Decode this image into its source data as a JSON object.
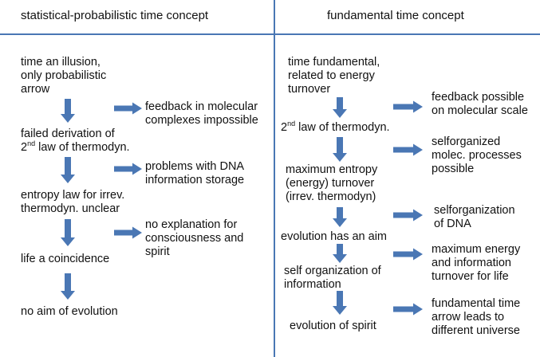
{
  "left": {
    "header": "statistical-probabilistic time concept",
    "main": [
      {
        "lines": [
          "time an illusion,",
          "only probabilistic",
          "arrow"
        ]
      },
      {
        "lines": [
          "failed derivation of"
        ],
        "prefix": "2",
        "sup": "nd",
        "suffix": " law of thermodyn."
      },
      {
        "lines": [
          "entropy law for irrev.",
          "thermodyn. unclear"
        ]
      },
      {
        "lines": [
          "life a coincidence"
        ]
      },
      {
        "lines": [
          "no aim of evolution"
        ]
      }
    ],
    "side": [
      {
        "lines": [
          "feedback in molecular",
          "complexes impossible"
        ]
      },
      {
        "lines": [
          "problems with DNA",
          "information storage"
        ]
      },
      {
        "lines": [
          "no explanation for",
          "consciousness and",
          "spirit"
        ]
      }
    ]
  },
  "right": {
    "header": "fundamental time concept",
    "main": [
      {
        "lines": [
          "time fundamental,",
          "related to energy",
          "turnover"
        ]
      },
      {
        "prefix": "2",
        "sup": "nd",
        "suffix": " law of thermodyn."
      },
      {
        "lines": [
          "maximum entropy",
          "(energy) turnover",
          "(irrev. thermodyn)"
        ]
      },
      {
        "lines": [
          "evolution has an aim"
        ]
      },
      {
        "lines": [
          "self organization of",
          "information"
        ]
      },
      {
        "lines": [
          "evolution of spirit"
        ]
      }
    ],
    "side": [
      {
        "lines": [
          "feedback possible",
          "on molecular scale"
        ]
      },
      {
        "lines": [
          "selforganized",
          "molec. processes",
          "possible"
        ]
      },
      {
        "lines": [
          "selforganization",
          "of DNA"
        ]
      },
      {
        "lines": [
          "maximum energy",
          "and information",
          "turnover for life"
        ]
      },
      {
        "lines": [
          "fundamental time",
          "arrow leads to",
          "different universe"
        ]
      }
    ]
  },
  "colors": {
    "arrow": "#4a77b4",
    "divider": "#4a77b4"
  }
}
